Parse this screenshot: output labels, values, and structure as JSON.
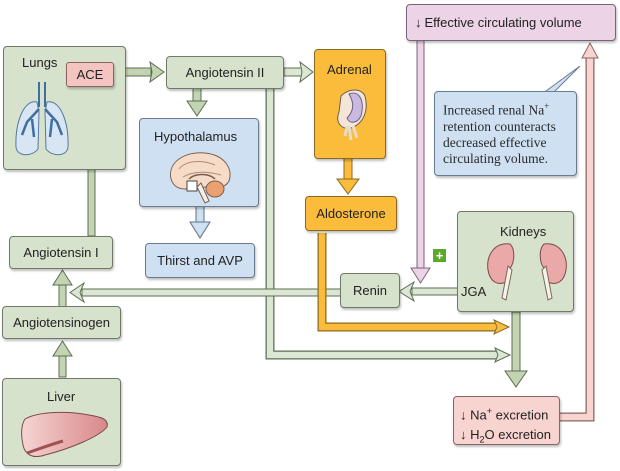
{
  "diagram": {
    "lungs": {
      "label": "Lungs",
      "illustration": "lungs-icon"
    },
    "ace": {
      "label": "ACE"
    },
    "angiotensin_ii": {
      "label": "Angiotensin II"
    },
    "adrenal": {
      "label": "Adrenal",
      "illustration": "adrenal-gland-icon"
    },
    "aldosterone": {
      "label": "Aldosterone"
    },
    "hypothalamus": {
      "label": "Hypothalamus",
      "illustration": "brain-icon"
    },
    "thirst_avp": {
      "label": "Thirst and AVP"
    },
    "angiotensin_i": {
      "label": "Angiotensin I"
    },
    "angiotensinogen": {
      "label": "Angiotensinogen"
    },
    "liver": {
      "label": "Liver",
      "illustration": "liver-icon"
    },
    "renin": {
      "label": "Renin"
    },
    "kidneys": {
      "label": "Kidneys",
      "jga_label": "JGA",
      "illustration": "kidneys-icon"
    },
    "stimulus_sign": "+",
    "effective_volume": {
      "arrow": "↓",
      "label": "Effective circulating volume"
    },
    "note": {
      "line1_pre": "Increased renal Na",
      "line1_sup": "+",
      "line2": "retention counteracts",
      "line3": "decreased effective",
      "line4": "circulating volume."
    },
    "excretion": {
      "arrow": "↓",
      "na_pre": "Na",
      "na_sup": "+",
      "na_post": " excretion",
      "h2o_pre": "H",
      "h2o_sub": "2",
      "h2o_post": "O excretion"
    },
    "colors": {
      "green_box": "#d6e2cc",
      "ace_box": "#f4c4c0",
      "blue_box": "#cfe0f2",
      "orange_box": "#fbbc3c",
      "lilac_box": "#ecd3e6",
      "excretion_box": "#f8d4d0",
      "plus_badge": "#5aaa2c"
    }
  }
}
